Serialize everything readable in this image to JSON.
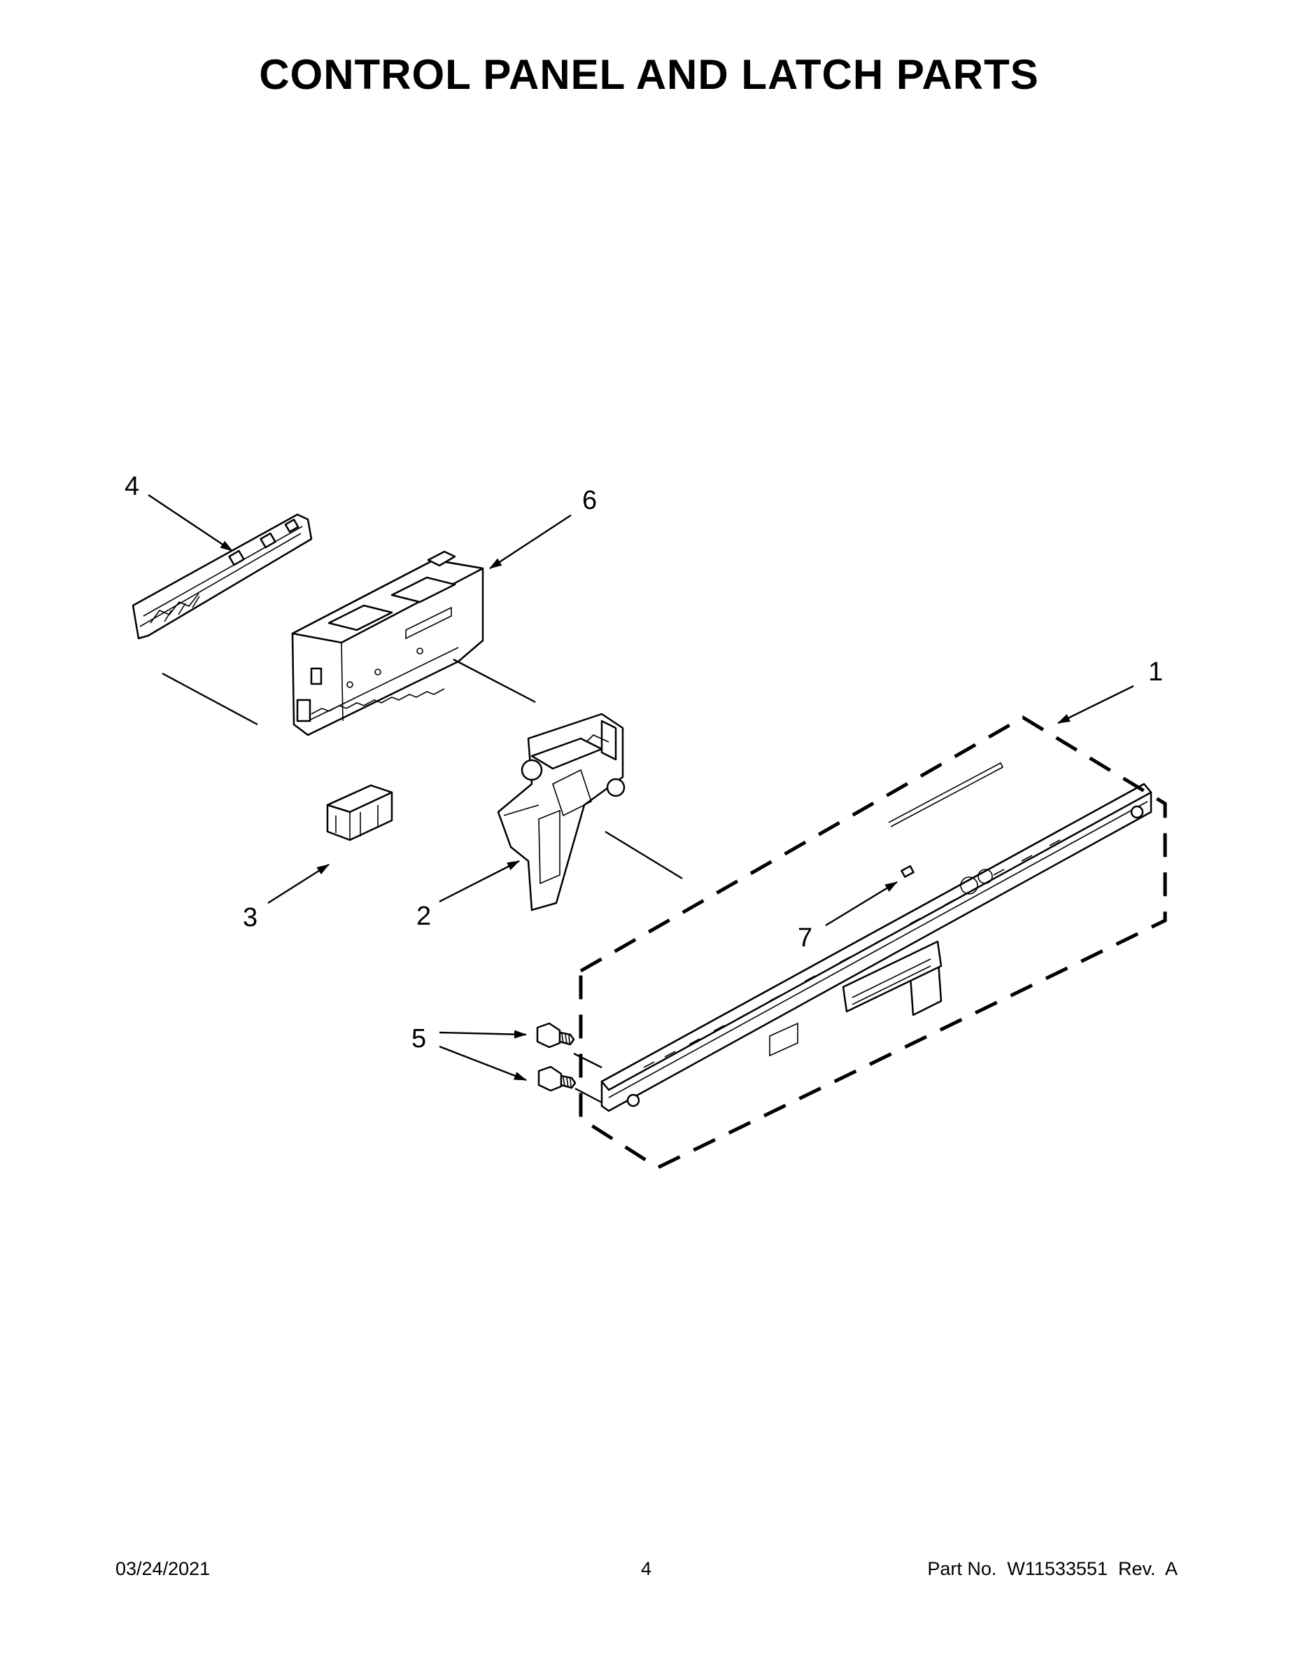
{
  "page": {
    "title": "CONTROL PANEL AND LATCH PARTS"
  },
  "callouts": {
    "c1": "1",
    "c2": "2",
    "c3": "3",
    "c4": "4",
    "c5": "5",
    "c6": "6",
    "c7": "7"
  },
  "footer": {
    "date": "03/24/2021",
    "page_number": "4",
    "part_info": "Part No.  W11533551  Rev.  A"
  }
}
